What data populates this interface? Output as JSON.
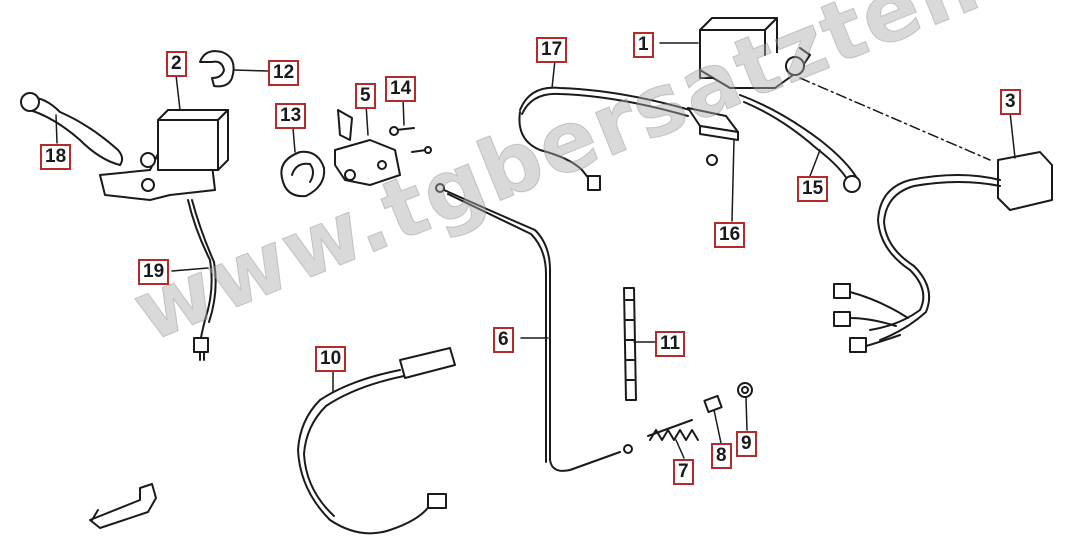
{
  "watermark": "www.tgbersatzteile.de",
  "colors": {
    "callout_border": "#b52a2a",
    "line": "#1a1a1a",
    "watermark": "#aaaaaa"
  },
  "callouts": {
    "c1": "1",
    "c2": "2",
    "c3": "3",
    "c5": "5",
    "c6": "6",
    "c7": "7",
    "c8": "8",
    "c9": "9",
    "c10": "10",
    "c11": "11",
    "c12": "12",
    "c13": "13",
    "c14": "14",
    "c15": "15",
    "c16": "16",
    "c17": "17",
    "c18": "18",
    "c19": "19"
  }
}
